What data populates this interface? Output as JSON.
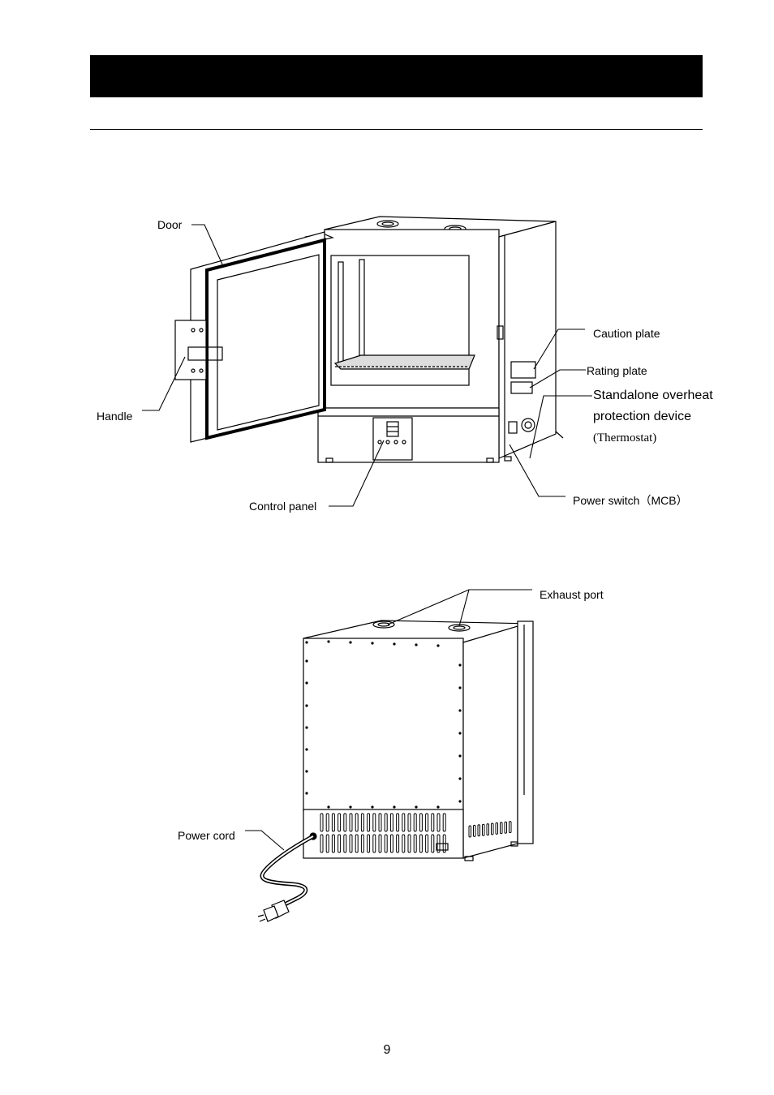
{
  "labels": {
    "door": "Door",
    "handle": "Handle",
    "control_panel": "Control panel",
    "caution_plate": "Caution plate",
    "rating_plate": "Rating plate",
    "thermostat_line1": "Standalone overheat",
    "thermostat_line2": "protection device",
    "thermostat_line3": "(Thermostat)",
    "power_switch": "Power switch（MCB）",
    "exhaust_port": "Exhaust port",
    "power_cord": "Power cord"
  },
  "page_number": "9"
}
